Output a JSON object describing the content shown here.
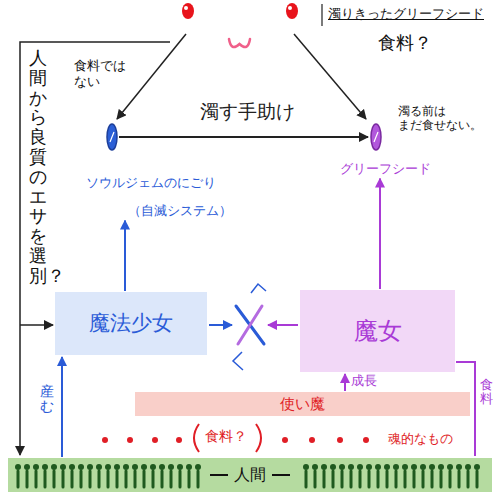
{
  "diagram": {
    "nodes": [
      {
        "text": [
          "ソウルジェムのにごり",
          "（自滅システム）"
        ]
      },
      {
        "text": [
          "グリーフシード"
        ]
      },
      {
        "text": [
          "魔法少女"
        ]
      },
      {
        "text": [
          "魔女"
        ]
      },
      {
        "text": [
          "使い魔"
        ]
      },
      {
        "text": [
          "人間"
        ]
      }
    ],
    "edges": [
      {
        "from": 0,
        "to": 1,
        "arrow": "to",
        "label": "濁す手助け"
      },
      {
        "from": 2,
        "to": 0,
        "arrow": "to"
      },
      {
        "from": 3,
        "to": 1,
        "arrow": "to"
      },
      {
        "from": 4,
        "to": 3,
        "arrow": "to",
        "label": "成長"
      },
      {
        "from": 5,
        "to": 2,
        "arrow": "to",
        "label": "産む"
      },
      {
        "from": 3,
        "to": 5,
        "arrow": "none",
        "label": "食料"
      }
    ],
    "labels": [
      "濁りきったグリーフシード",
      "食料？",
      "食料では ない",
      "人間から良質のエサを選別？",
      "濁る前は まだ食せない。",
      "食料？",
      "魂的なもの"
    ]
  }
}
